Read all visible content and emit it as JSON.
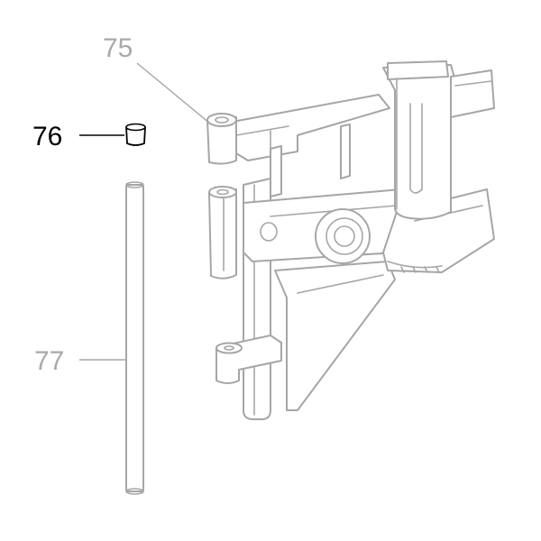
{
  "callouts": {
    "part_75": "75",
    "part_76": "76",
    "part_77": "77"
  },
  "colors": {
    "muted_label": "#a9a9a9",
    "highlight_label": "#000000",
    "line_art": "#a6a6a6"
  }
}
